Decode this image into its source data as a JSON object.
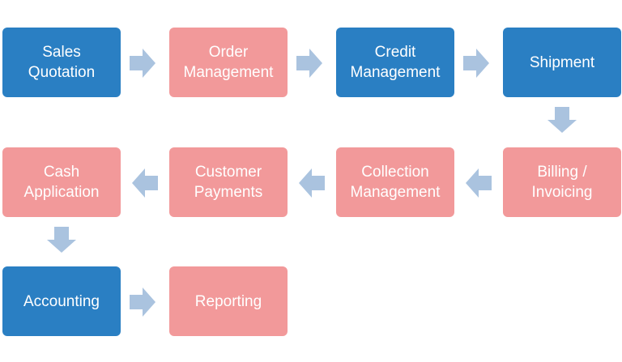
{
  "colors": {
    "blue": "#2a7fc3",
    "pink": "#f2999a",
    "arrow": "#aac3df"
  },
  "nodes": [
    {
      "id": "sales-quotation",
      "label": "Sales\nQuotation",
      "color": "blue"
    },
    {
      "id": "order-management",
      "label": "Order\nManagement",
      "color": "pink"
    },
    {
      "id": "credit-management",
      "label": "Credit\nManagement",
      "color": "blue"
    },
    {
      "id": "shipment",
      "label": "Shipment",
      "color": "blue"
    },
    {
      "id": "billing-invoicing",
      "label": "Billing /\nInvoicing",
      "color": "pink"
    },
    {
      "id": "collection-management",
      "label": "Collection\nManagement",
      "color": "pink"
    },
    {
      "id": "customer-payments",
      "label": "Customer\nPayments",
      "color": "pink"
    },
    {
      "id": "cash-application",
      "label": "Cash\nApplication",
      "color": "pink"
    },
    {
      "id": "accounting",
      "label": "Accounting",
      "color": "blue"
    },
    {
      "id": "reporting",
      "label": "Reporting",
      "color": "pink"
    }
  ],
  "edges": [
    {
      "from": "sales-quotation",
      "to": "order-management",
      "direction": "right"
    },
    {
      "from": "order-management",
      "to": "credit-management",
      "direction": "right"
    },
    {
      "from": "credit-management",
      "to": "shipment",
      "direction": "right"
    },
    {
      "from": "shipment",
      "to": "billing-invoicing",
      "direction": "down"
    },
    {
      "from": "billing-invoicing",
      "to": "collection-management",
      "direction": "left"
    },
    {
      "from": "collection-management",
      "to": "customer-payments",
      "direction": "left"
    },
    {
      "from": "customer-payments",
      "to": "cash-application",
      "direction": "left"
    },
    {
      "from": "cash-application",
      "to": "accounting",
      "direction": "down"
    },
    {
      "from": "accounting",
      "to": "reporting",
      "direction": "right"
    }
  ]
}
